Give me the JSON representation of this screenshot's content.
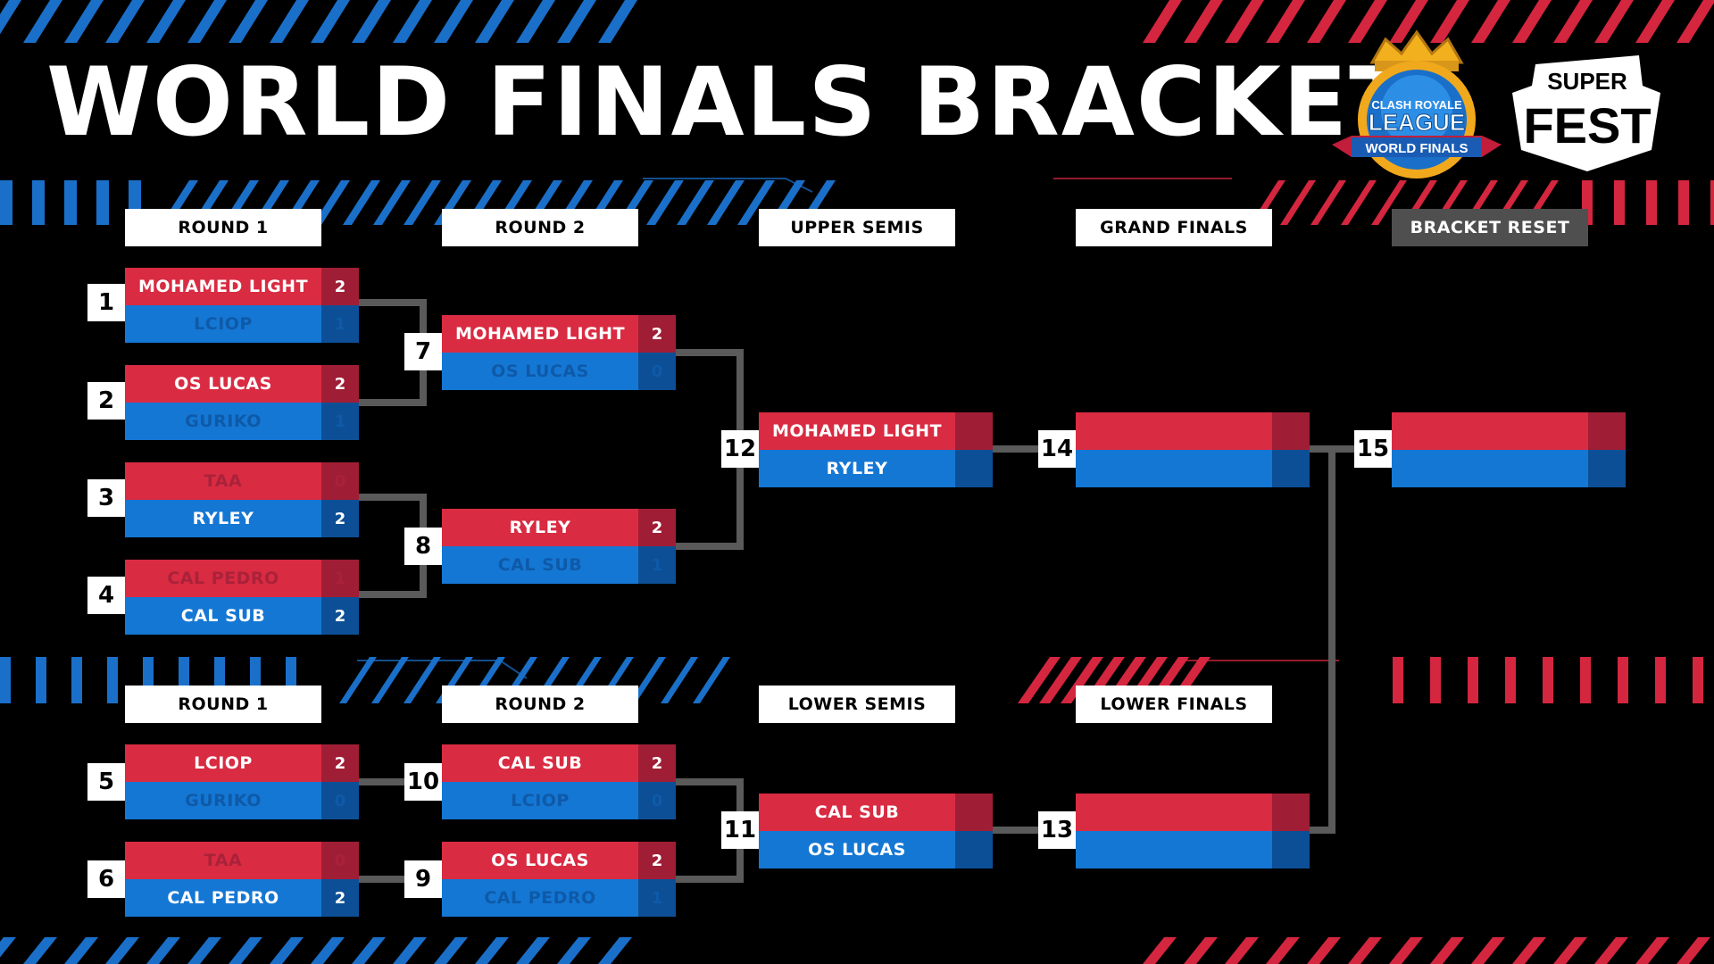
{
  "title": "WORLD FINALS BRACKET",
  "colors": {
    "red": "#d92b42",
    "blue": "#1577d4",
    "background": "#000000"
  },
  "logos": {
    "league": {
      "line1": "CLASH ROYALE",
      "line2": "LEAGUE",
      "line3": "WORLD FINALS"
    },
    "superfest": {
      "line1": "SUPER",
      "line2": "FEST"
    }
  },
  "headers": {
    "upper_r1": "ROUND 1",
    "upper_r2": "ROUND 2",
    "upper_semis": "UPPER SEMIS",
    "grand_finals": "GRAND FINALS",
    "bracket_reset": "BRACKET RESET",
    "lower_r1": "ROUND 1",
    "lower_r2": "ROUND 2",
    "lower_semis": "LOWER SEMIS",
    "lower_finals": "LOWER FINALS"
  },
  "matches": {
    "m1": {
      "number": "1",
      "top": {
        "name": "MOHAMED LIGHT",
        "score": "2"
      },
      "bottom": {
        "name": "LCIOP",
        "score": "1"
      }
    },
    "m2": {
      "number": "2",
      "top": {
        "name": "OS LUCAS",
        "score": "2"
      },
      "bottom": {
        "name": "GURIKO",
        "score": "1"
      }
    },
    "m3": {
      "number": "3",
      "top": {
        "name": "TAA",
        "score": "0"
      },
      "bottom": {
        "name": "RYLEY",
        "score": "2"
      }
    },
    "m4": {
      "number": "4",
      "top": {
        "name": "CAL PEDRO",
        "score": "1"
      },
      "bottom": {
        "name": "CAL SUB",
        "score": "2"
      }
    },
    "m5": {
      "number": "5",
      "top": {
        "name": "LCIOP",
        "score": "2"
      },
      "bottom": {
        "name": "GURIKO",
        "score": "0"
      }
    },
    "m6": {
      "number": "6",
      "top": {
        "name": "TAA",
        "score": "0"
      },
      "bottom": {
        "name": "CAL PEDRO",
        "score": "2"
      }
    },
    "m7": {
      "number": "7",
      "top": {
        "name": "MOHAMED LIGHT",
        "score": "2"
      },
      "bottom": {
        "name": "OS LUCAS",
        "score": "0"
      }
    },
    "m8": {
      "number": "8",
      "top": {
        "name": "RYLEY",
        "score": "2"
      },
      "bottom": {
        "name": "CAL SUB",
        "score": "1"
      }
    },
    "m9": {
      "number": "9",
      "top": {
        "name": "OS LUCAS",
        "score": "2"
      },
      "bottom": {
        "name": "CAL PEDRO",
        "score": "1"
      }
    },
    "m10": {
      "number": "10",
      "top": {
        "name": "CAL SUB",
        "score": "2"
      },
      "bottom": {
        "name": "LCIOP",
        "score": "0"
      }
    },
    "m11": {
      "number": "11",
      "top": {
        "name": "CAL SUB",
        "score": ""
      },
      "bottom": {
        "name": "OS LUCAS",
        "score": ""
      }
    },
    "m12": {
      "number": "12",
      "top": {
        "name": "MOHAMED LIGHT",
        "score": ""
      },
      "bottom": {
        "name": "RYLEY",
        "score": ""
      }
    },
    "m13": {
      "number": "13",
      "top": {
        "name": "",
        "score": ""
      },
      "bottom": {
        "name": "",
        "score": ""
      }
    },
    "m14": {
      "number": "14",
      "top": {
        "name": "",
        "score": ""
      },
      "bottom": {
        "name": "",
        "score": ""
      }
    },
    "m15": {
      "number": "15",
      "top": {
        "name": "",
        "score": ""
      },
      "bottom": {
        "name": "",
        "score": ""
      }
    }
  }
}
